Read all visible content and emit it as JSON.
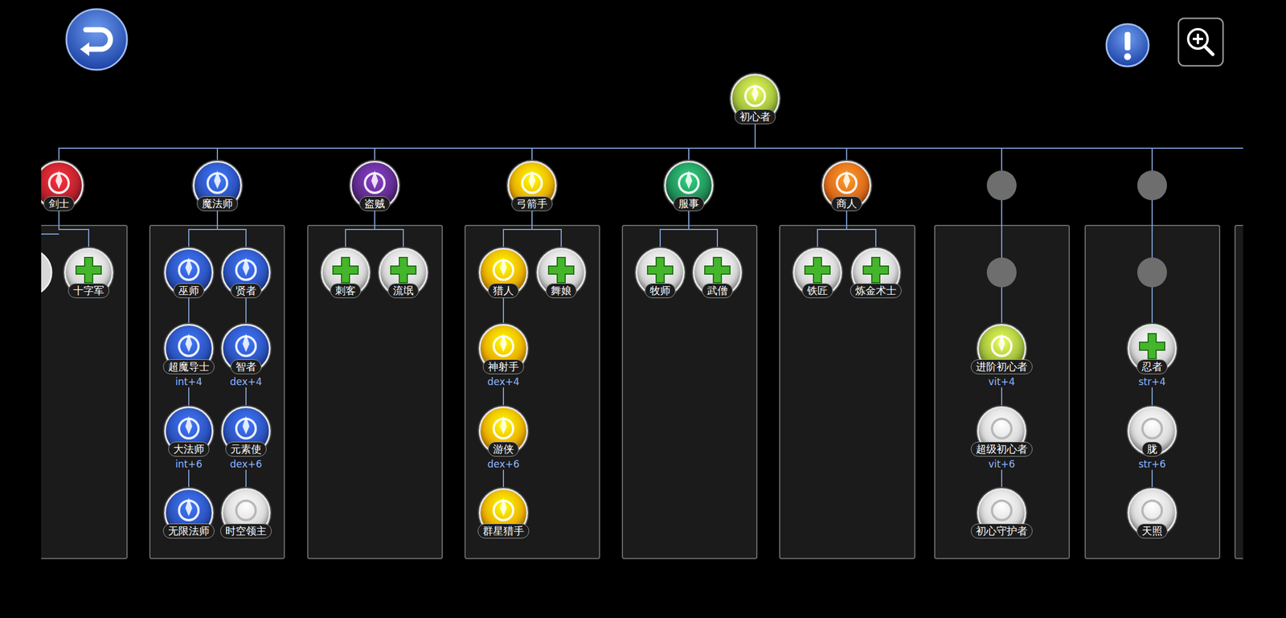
{
  "diagram": {
    "nodes": [
      {
        "text": [
          "初心者"
        ]
      },
      {
        "text": [
          "剑士"
        ]
      },
      {
        "text": [
          "十字军"
        ]
      },
      {
        "text": [
          "魔法师"
        ]
      },
      {
        "text": [
          "巫师"
        ]
      },
      {
        "text": [
          "贤者"
        ]
      },
      {
        "text": [
          "超魔导士",
          "int+4"
        ]
      },
      {
        "text": [
          "智者",
          "dex+4"
        ]
      },
      {
        "text": [
          "大法师",
          "int+6"
        ]
      },
      {
        "text": [
          "元素使",
          "dex+6"
        ]
      },
      {
        "text": [
          "无限法师"
        ]
      },
      {
        "text": [
          "时空领主"
        ]
      },
      {
        "text": [
          "盗贼"
        ]
      },
      {
        "text": [
          "刺客"
        ]
      },
      {
        "text": [
          "流氓"
        ]
      },
      {
        "text": [
          "弓箭手"
        ]
      },
      {
        "text": [
          "猎人"
        ]
      },
      {
        "text": [
          "舞娘"
        ]
      },
      {
        "text": [
          "神射手",
          "dex+4"
        ]
      },
      {
        "text": [
          "游侠",
          "dex+6"
        ]
      },
      {
        "text": [
          "群星猎手"
        ]
      },
      {
        "text": [
          "服事"
        ]
      },
      {
        "text": [
          "牧师"
        ]
      },
      {
        "text": [
          "武僧"
        ]
      },
      {
        "text": [
          "商人"
        ]
      },
      {
        "text": [
          "铁匠"
        ]
      },
      {
        "text": [
          "炼金术士"
        ]
      },
      {
        "text": [
          "进阶初心者",
          "vit+4"
        ]
      },
      {
        "text": [
          "超级初心者",
          "vit+6"
        ]
      },
      {
        "text": [
          "初心守护者"
        ]
      },
      {
        "text": [
          "忍者",
          "str+4"
        ]
      },
      {
        "text": [
          "胧",
          "str+6"
        ]
      },
      {
        "text": [
          "天照"
        ]
      }
    ],
    "edges": [
      {
        "from": 0,
        "to": 1,
        "arrow": "none"
      },
      {
        "from": 0,
        "to": 3,
        "arrow": "none"
      },
      {
        "from": 0,
        "to": 12,
        "arrow": "none"
      },
      {
        "from": 0,
        "to": 15,
        "arrow": "none"
      },
      {
        "from": 0,
        "to": 21,
        "arrow": "none"
      },
      {
        "from": 0,
        "to": 24,
        "arrow": "none"
      },
      {
        "from": 0,
        "to": 27,
        "arrow": "none"
      },
      {
        "from": 0,
        "to": 30,
        "arrow": "none"
      },
      {
        "from": 1,
        "to": 2,
        "arrow": "none"
      },
      {
        "from": 3,
        "to": 4,
        "arrow": "none"
      },
      {
        "from": 3,
        "to": 5,
        "arrow": "none"
      },
      {
        "from": 4,
        "to": 6,
        "arrow": "none"
      },
      {
        "from": 6,
        "to": 8,
        "arrow": "none"
      },
      {
        "from": 8,
        "to": 10,
        "arrow": "none"
      },
      {
        "from": 5,
        "to": 7,
        "arrow": "none"
      },
      {
        "from": 7,
        "to": 9,
        "arrow": "none"
      },
      {
        "from": 9,
        "to": 11,
        "arrow": "none"
      },
      {
        "from": 12,
        "to": 13,
        "arrow": "none"
      },
      {
        "from": 12,
        "to": 14,
        "arrow": "none"
      },
      {
        "from": 15,
        "to": 16,
        "arrow": "none"
      },
      {
        "from": 15,
        "to": 17,
        "arrow": "none"
      },
      {
        "from": 16,
        "to": 18,
        "arrow": "none"
      },
      {
        "from": 18,
        "to": 19,
        "arrow": "none"
      },
      {
        "from": 19,
        "to": 20,
        "arrow": "none"
      },
      {
        "from": 21,
        "to": 22,
        "arrow": "none"
      },
      {
        "from": 21,
        "to": 23,
        "arrow": "none"
      },
      {
        "from": 24,
        "to": 25,
        "arrow": "none"
      },
      {
        "from": 24,
        "to": 26,
        "arrow": "none"
      },
      {
        "from": 27,
        "to": 28,
        "arrow": "none"
      },
      {
        "from": 28,
        "to": 29,
        "arrow": "none"
      },
      {
        "from": 30,
        "to": 31,
        "arrow": "none"
      },
      {
        "from": 31,
        "to": 32,
        "arrow": "none"
      }
    ]
  }
}
